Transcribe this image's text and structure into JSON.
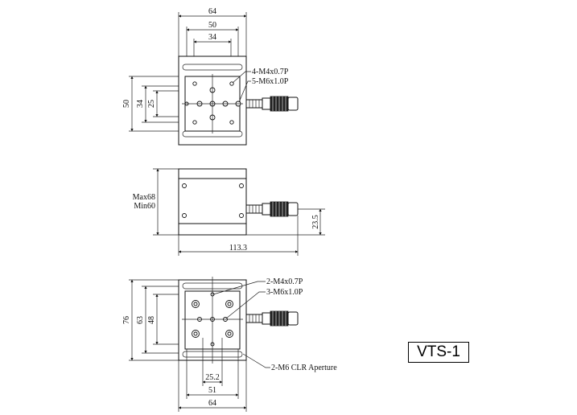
{
  "top_view": {
    "dims": {
      "width_outer": "64",
      "width_mid": "50",
      "width_inner": "34",
      "height_outer": "50",
      "height_mid": "34",
      "height_inner": "25"
    },
    "callouts": {
      "tap_small": "4-M4x0.7P",
      "tap_large": "5-M6x1.0P"
    }
  },
  "side_view": {
    "dims": {
      "height_max": "Max68",
      "height_min": "Min60",
      "length": "113.3",
      "micrometer_height": "23.5"
    }
  },
  "bottom_view": {
    "dims": {
      "height_outer": "76",
      "height_mid": "63",
      "height_inner": "48",
      "width_inner": "25.2",
      "width_mid": "51",
      "width_outer": "64"
    },
    "callouts": {
      "tap_small": "2-M4x0.7P",
      "tap_large": "3-M6x1.0P",
      "aperture": "2-M6 CLR Aperture"
    }
  },
  "model": "VTS-1"
}
